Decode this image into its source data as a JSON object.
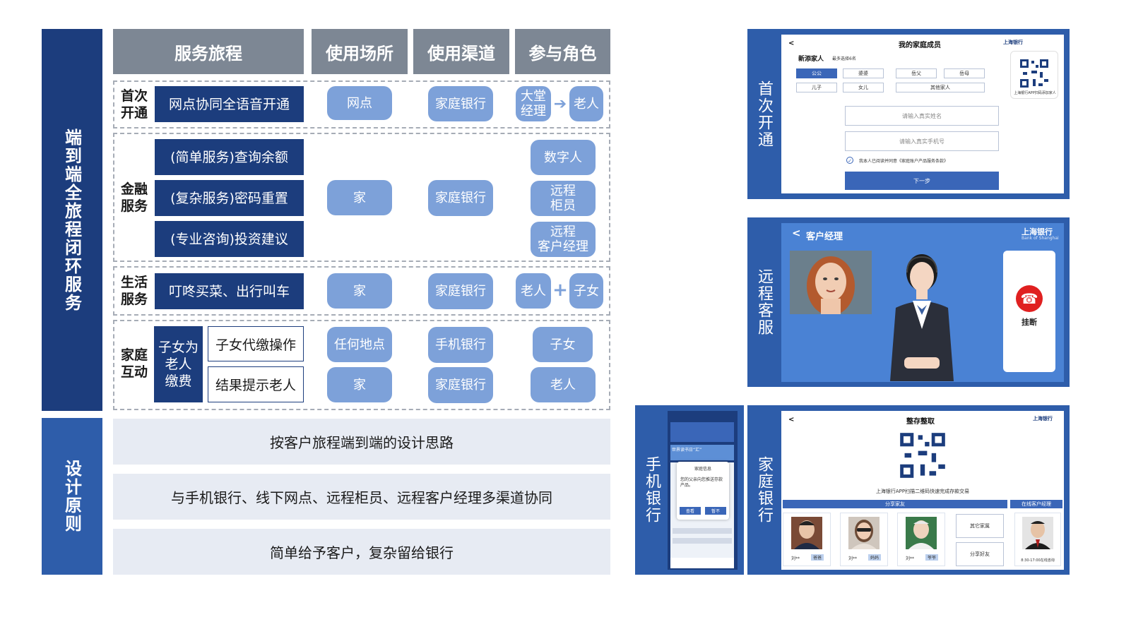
{
  "left_title": "端到端全旅程闭环服务",
  "principle_title": "设计原则",
  "headers": [
    "服务旅程",
    "使用场所",
    "使用渠道",
    "参与角色"
  ],
  "rows": {
    "first_open": {
      "label": "首次\n开通",
      "journey": "网点协同全语音开通",
      "place": "网点",
      "channel": "家庭银行",
      "role_a": "大堂\n经理",
      "role_b": "老人"
    },
    "finance": {
      "label": "金融\n服务",
      "j1": "(简单服务)查询余额",
      "j2": "(复杂服务)密码重置",
      "j3": "(专业咨询)投资建议",
      "place": "家",
      "channel": "家庭银行",
      "r1": "数字人",
      "r2": "远程\n柜员",
      "r3": "远程\n客户经理"
    },
    "life": {
      "label": "生活\n服务",
      "journey": "叮咚买菜、出行叫车",
      "place": "家",
      "channel": "家庭银行",
      "role_a": "老人",
      "role_b": "子女"
    },
    "family": {
      "label": "家庭\n互动",
      "group": "子女为\n老人\n缴费",
      "j1": "子女代缴操作",
      "j2": "结果提示老人",
      "place1": "任何地点",
      "place2": "家",
      "channel1": "手机银行",
      "channel2": "家庭银行",
      "role1": "子女",
      "role2": "老人"
    }
  },
  "principles": [
    "按客户旅程端到端的设计思路",
    "与手机银行、线下网点、远程柜员、远程客户经理多渠道协同",
    "简单给予客户，复杂留给银行"
  ],
  "panels": {
    "first_open": {
      "label": "首次开通",
      "title": "我的家庭成员",
      "back": "<",
      "add_member": "新添家人",
      "hint": "最多选择6名",
      "relations": [
        "公公",
        "婆婆",
        "岳父",
        "岳母",
        "儿子",
        "女儿",
        "其他家人"
      ],
      "name_placeholder": "请输入真实姓名",
      "phone_placeholder": "请输入真实手机号",
      "agreement": "我本人已阅读并同意《家庭账户产品服务条款》",
      "next": "下一步",
      "qr_caption": "上海银行APP扫码添加家人",
      "logo": "上海银行"
    },
    "remote": {
      "label": "远程客服",
      "title": "客户经理",
      "back": "<",
      "hangup": "挂断",
      "logo": "上海银行",
      "logo_sub": "Bank of Shanghai"
    },
    "mobile": {
      "label": "手机银行",
      "dialog_title": "家庭信息",
      "dialog_text": "您的父亲向您推送存款产品。",
      "btn_view": "查看",
      "btn_later": "暂不",
      "banner": "世界读书日“汇”"
    },
    "home": {
      "label": "家庭银行",
      "title": "整存整取",
      "back": "<",
      "qr_caption": "上海银行APP扫描二维码快速完成存款交易",
      "share_header": "分享家友",
      "manager_header": "在线客户经理",
      "people": [
        {
          "name": "刘**",
          "tag": "爸爸"
        },
        {
          "name": "刘**",
          "tag": "妈妈"
        },
        {
          "name": "刘**",
          "tag": "爷爷"
        }
      ],
      "opt1": "其它家属",
      "opt2": "分享好友",
      "manager_caption": "8:30-17:00在线咨询",
      "logo": "上海银行"
    }
  },
  "colors": {
    "navy": "#1c3d7d",
    "mid_blue": "#2e5daa",
    "pill": "#7da1d9",
    "header_gray": "#7d8794",
    "screen_blue": "#4a82d4"
  }
}
